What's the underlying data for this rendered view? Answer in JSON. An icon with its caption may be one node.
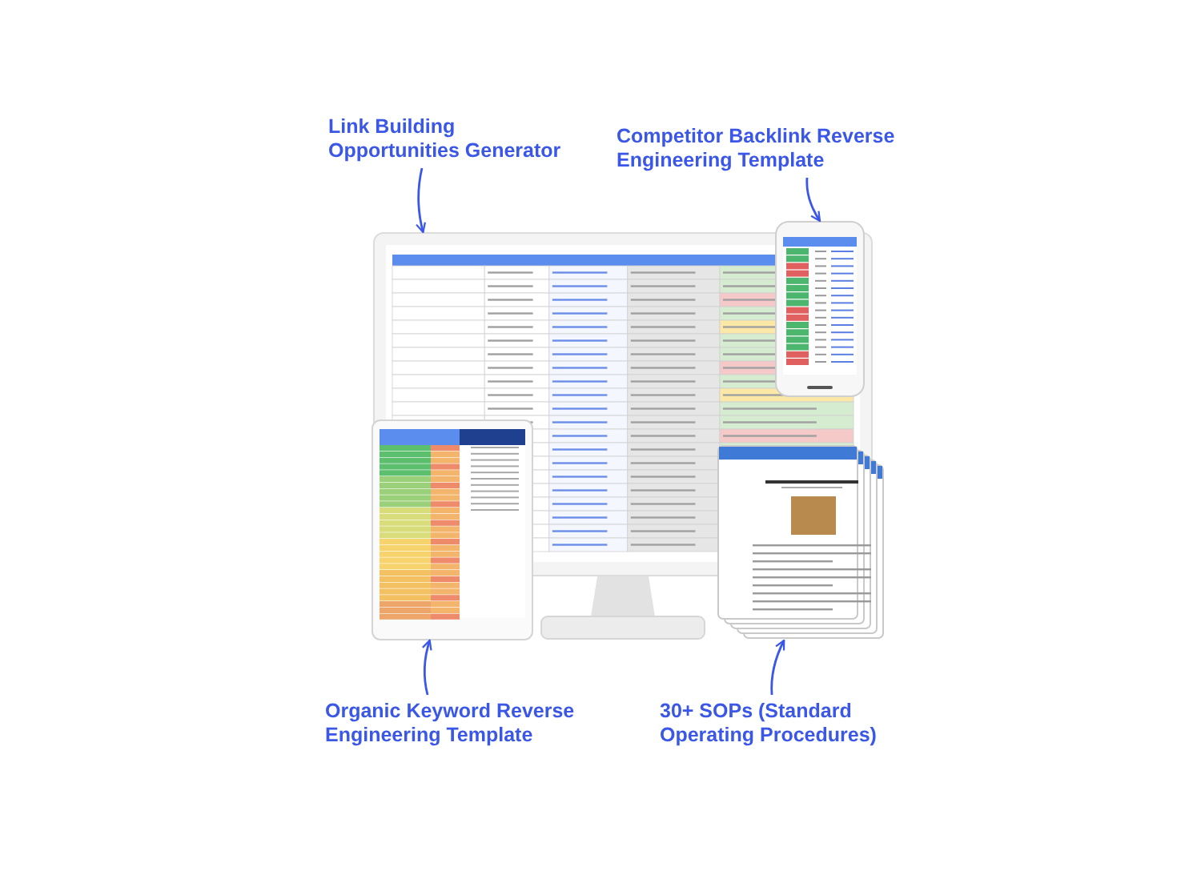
{
  "diagram": {
    "nodes": [
      {
        "text": [
          "Link Building Opportunities Generator"
        ]
      },
      {
        "text": [
          "Competitor Backlink Reverse Engineering Template"
        ]
      },
      {
        "text": [
          "Organic Keyword Reverse Engineering Template"
        ]
      },
      {
        "text": [
          "30+ SOPs (Standard Operating Procedures)"
        ]
      },
      {
        "text": [],
        "shape": "picture"
      },
      {
        "text": [],
        "shape": "picture"
      },
      {
        "text": [],
        "shape": "picture"
      },
      {
        "text": [],
        "shape": "picture"
      }
    ],
    "edges": [
      {
        "from": 0,
        "to": 4,
        "arrow": "to"
      },
      {
        "from": 1,
        "to": 5,
        "arrow": "to"
      },
      {
        "from": 2,
        "to": 6,
        "arrow": "to"
      },
      {
        "from": 3,
        "to": 7,
        "arrow": "to"
      }
    ]
  }
}
